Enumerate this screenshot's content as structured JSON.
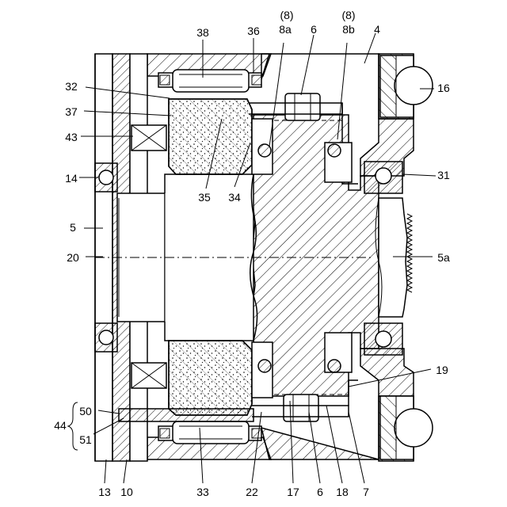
{
  "labels": {
    "l38": "38",
    "l36": "36",
    "l8_top_a": "(8)",
    "l8a": "8a",
    "l6_top": "6",
    "l8_top_b": "(8)",
    "l8b": "8b",
    "l4": "4",
    "l16": "16",
    "l32": "32",
    "l37": "37",
    "l43": "43",
    "l14": "14",
    "l35": "35",
    "l34": "34",
    "l31": "31",
    "l5": "5",
    "l5a": "5a",
    "l20": "20",
    "l19": "19",
    "l50": "50",
    "l44": "44",
    "l51": "51",
    "l13": "13",
    "l10": "10",
    "l33": "33",
    "l22": "22",
    "l17": "17",
    "l6_bottom": "6",
    "l18": "18",
    "l7": "7"
  }
}
